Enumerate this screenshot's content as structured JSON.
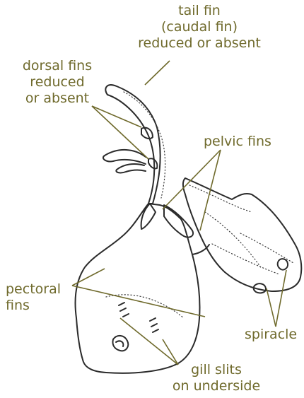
{
  "labels": {
    "tail_fin": "tail fin\n(caudal fin)\nreduced or absent",
    "dorsal_fins": "dorsal fins\nreduced\nor absent",
    "pelvic_fins": "pelvic fins",
    "pectoral_fins": "pectoral\nfins",
    "spiracle": "spiracle",
    "gill_slits": "gill slits\non underside"
  },
  "colors": {
    "label": "#6f6a2c",
    "ink": "#2b2b2b"
  }
}
